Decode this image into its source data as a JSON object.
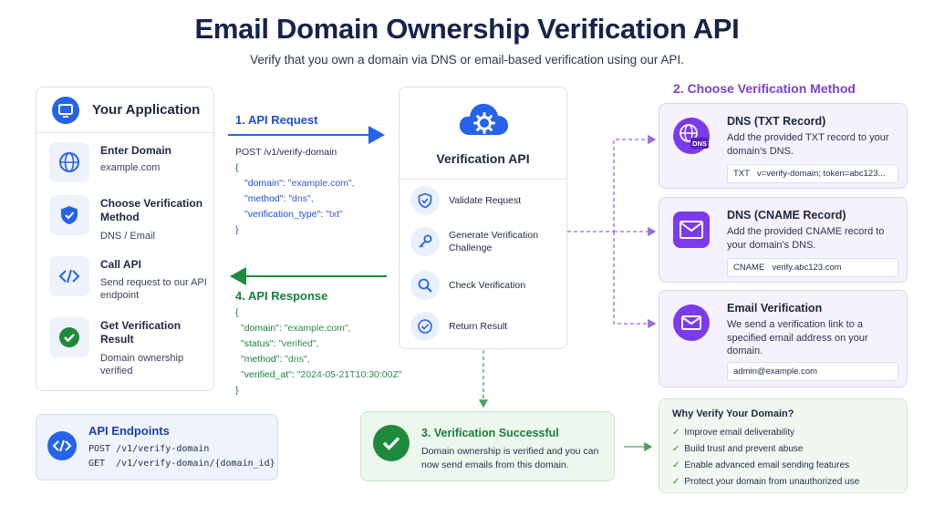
{
  "title": "Email Domain Ownership Verification API",
  "subtitle": "Verify that you own a domain via DNS or email-based verification using our API.",
  "app": {
    "title": "Your Application",
    "steps": [
      {
        "title": "Enter Domain",
        "desc": "example.com"
      },
      {
        "title": "Choose Verification Method",
        "desc": "DNS / Email"
      },
      {
        "title": "Call API",
        "desc": "Send request to our API endpoint"
      },
      {
        "title": "Get Verification Result",
        "desc": "Domain ownership verified"
      }
    ]
  },
  "endpoints": {
    "title": "API Endpoints",
    "lines": [
      "POST /v1/verify-domain",
      "GET  /v1/verify-domain/{domain_id}"
    ]
  },
  "request": {
    "label": "1. API Request",
    "line": "POST /v1/verify-domain",
    "open": "{",
    "close": "}",
    "fields": [
      {
        "k": "\"domain\"",
        "v": "\"example.com\","
      },
      {
        "k": "\"method\"",
        "v": "\"dns\","
      },
      {
        "k": "\"verification_type\"",
        "v": "\"txt\""
      }
    ]
  },
  "response": {
    "label": "4. API Response",
    "open": "{",
    "close": "}",
    "fields": [
      {
        "k": "\"domain\"",
        "v": "\"example.com\","
      },
      {
        "k": "\"status\"",
        "v": "\"verified\","
      },
      {
        "k": "\"method\"",
        "v": "\"dns\","
      },
      {
        "k": "\"verified_at\"",
        "v": "\"2024-05-21T10:30:00Z\""
      }
    ]
  },
  "api": {
    "title": "Verification API",
    "items": [
      "Validate Request",
      "Generate Verification Challenge",
      "Check Verification",
      "Return Result"
    ]
  },
  "methods": {
    "title": "2. Choose Verification Method",
    "dns_txt": {
      "title": "DNS (TXT Record)",
      "desc": "Add the provided TXT record to your domain's DNS.",
      "tag": "TXT",
      "value": "v=verify-domain; token=abc123...",
      "icon_label": "DNS"
    },
    "dns_cname": {
      "title": "DNS (CNAME Record)",
      "desc": "Add the provided CNAME record to your domain's DNS.",
      "tag": "CNAME",
      "value": "verify.abc123.com"
    },
    "email": {
      "title": "Email Verification",
      "desc": "We send a verification link to a specified email address on your domain.",
      "value": "admin@example.com"
    }
  },
  "success": {
    "title": "3. Verification Successful",
    "desc": "Domain ownership is verified and you can now send emails from this domain."
  },
  "why": {
    "title": "Why Verify Your Domain?",
    "items": [
      "Improve email deliverability",
      "Build trust and prevent abuse",
      "Enable advanced email sending features",
      "Protect your domain from unauthorized use"
    ]
  },
  "colors": {
    "blue": "#2563eb",
    "green": "#1f8a3c",
    "purple": "#7c3aed",
    "navy": "#16234a"
  }
}
